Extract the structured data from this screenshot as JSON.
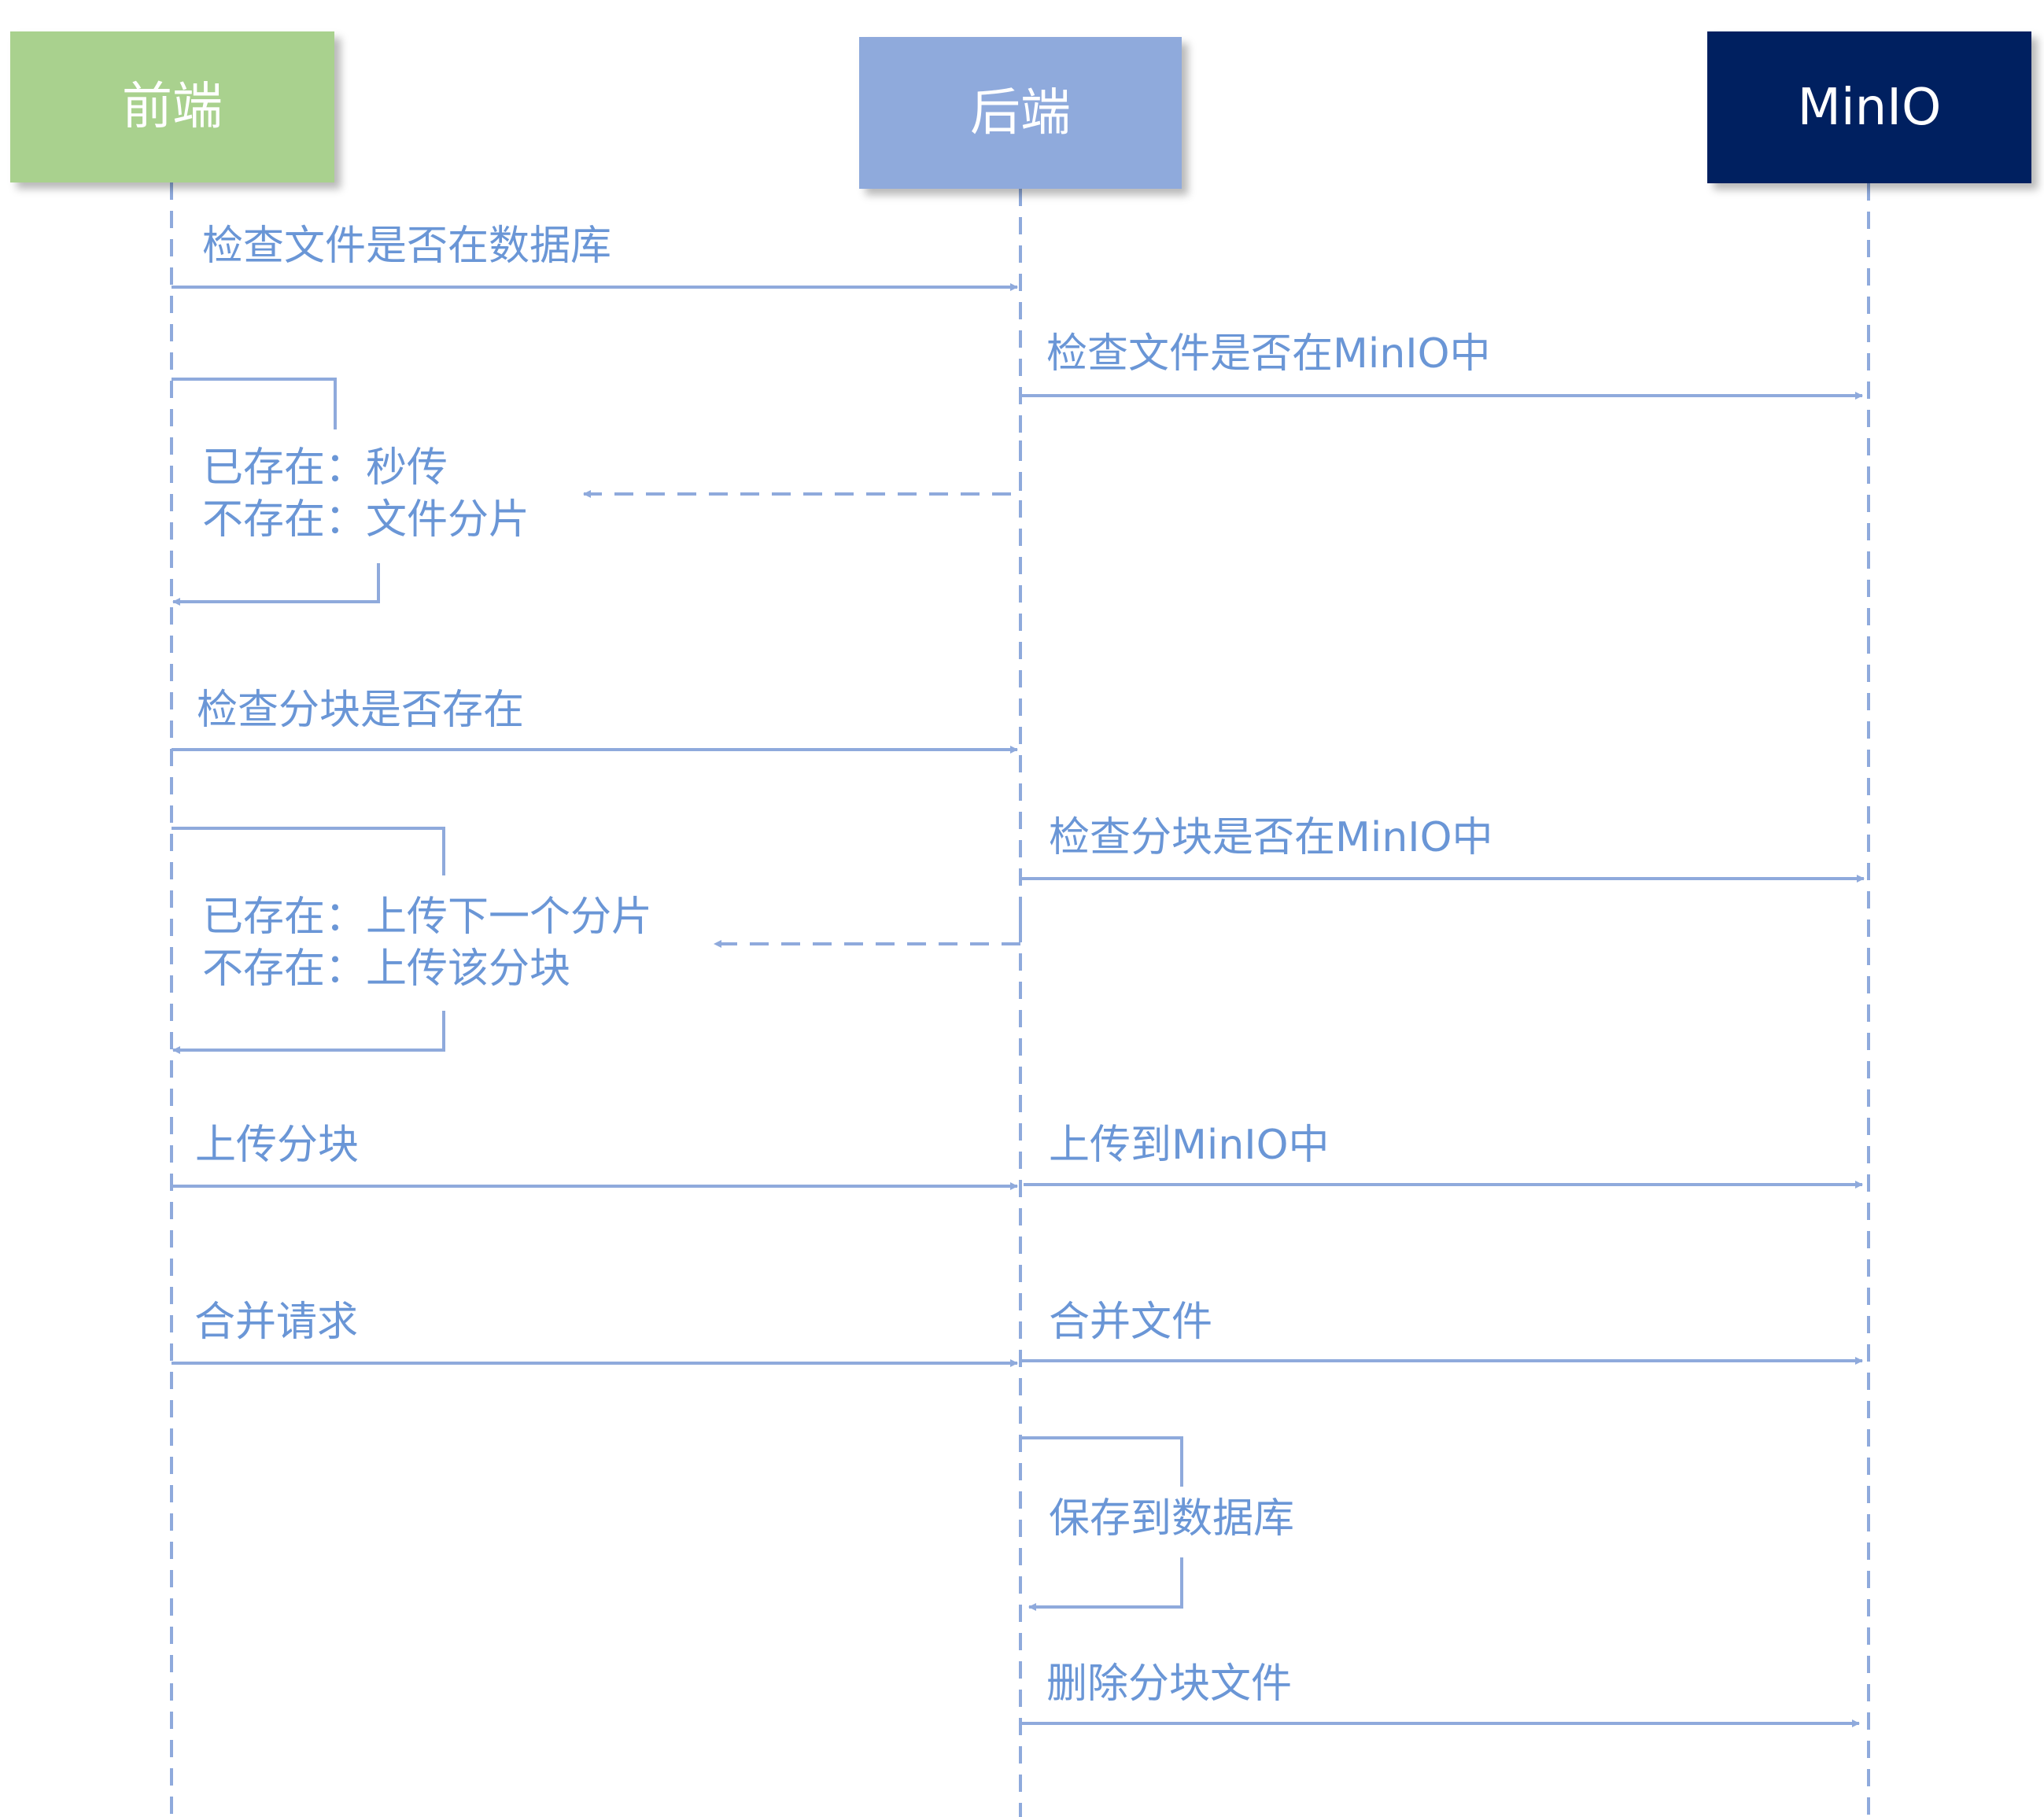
{
  "colors": {
    "frontend_fill": "#a9d18e",
    "backend_fill": "#8faadc",
    "minio_fill": "#002060",
    "participant_text": "#ffffff",
    "arrow": "#8faadc",
    "label_text": "#6a96d6"
  },
  "participants": [
    {
      "id": "frontend",
      "label": "前端"
    },
    {
      "id": "backend",
      "label": "后端"
    },
    {
      "id": "minio",
      "label": "MinIO"
    }
  ],
  "messages": [
    {
      "id": "m1",
      "label": "检查文件是否在数据库"
    },
    {
      "id": "m2",
      "label": "检查文件是否在MinIO中"
    },
    {
      "id": "m3",
      "label": "已存在：秒传\n不存在：文件分片"
    },
    {
      "id": "m4",
      "label": "检查分块是否存在"
    },
    {
      "id": "m5",
      "label": "检查分块是否在MinIO中"
    },
    {
      "id": "m6",
      "label": "已存在：上传下一个分片\n不存在：上传该分块"
    },
    {
      "id": "m7",
      "label": "上传分块"
    },
    {
      "id": "m8",
      "label": "上传到MinIO中"
    },
    {
      "id": "m9",
      "label": "合并请求"
    },
    {
      "id": "m10",
      "label": "合并文件"
    },
    {
      "id": "m11",
      "label": "保存到数据库"
    },
    {
      "id": "m12",
      "label": "删除分块文件"
    }
  ]
}
